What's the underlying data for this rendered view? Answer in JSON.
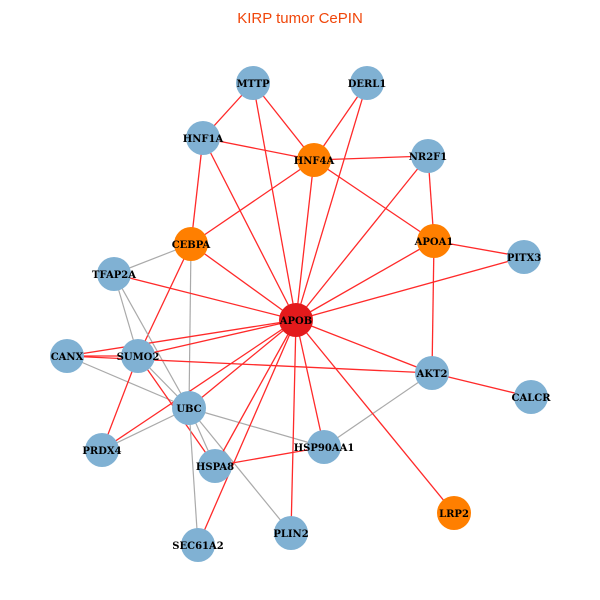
{
  "title": "KIRP tumor CePIN",
  "colors": {
    "hub": "#e31a1c",
    "tf": "#ff7f00",
    "gene": "#80b1d3",
    "edge_tf": "#ff2a2a",
    "edge_ppi": "#aaaaaa"
  },
  "nodes": [
    {
      "id": "APOB",
      "type": "hub"
    },
    {
      "id": "MTTP",
      "type": "gene"
    },
    {
      "id": "DERL1",
      "type": "gene"
    },
    {
      "id": "HNF1A",
      "type": "gene"
    },
    {
      "id": "HNF4A",
      "type": "tf"
    },
    {
      "id": "NR2F1",
      "type": "gene"
    },
    {
      "id": "CEBPA",
      "type": "tf"
    },
    {
      "id": "APOA1",
      "type": "tf"
    },
    {
      "id": "PITX3",
      "type": "gene"
    },
    {
      "id": "TFAP2A",
      "type": "gene"
    },
    {
      "id": "CANX",
      "type": "gene"
    },
    {
      "id": "SUMO2",
      "type": "gene"
    },
    {
      "id": "AKT2",
      "type": "gene"
    },
    {
      "id": "CALCR",
      "type": "gene"
    },
    {
      "id": "UBC",
      "type": "gene"
    },
    {
      "id": "PRDX4",
      "type": "gene"
    },
    {
      "id": "HSP90AA1",
      "type": "gene"
    },
    {
      "id": "HSPA8",
      "type": "gene"
    },
    {
      "id": "LRP2",
      "type": "tf"
    },
    {
      "id": "SEC61A2",
      "type": "gene"
    },
    {
      "id": "PLIN2",
      "type": "gene"
    }
  ],
  "edges": [
    [
      "MTTP",
      "HNF1A",
      "tf"
    ],
    [
      "MTTP",
      "HNF4A",
      "tf"
    ],
    [
      "MTTP",
      "APOB",
      "tf"
    ],
    [
      "DERL1",
      "HNF4A",
      "tf"
    ],
    [
      "DERL1",
      "APOB",
      "tf"
    ],
    [
      "HNF1A",
      "HNF4A",
      "tf"
    ],
    [
      "HNF1A",
      "CEBPA",
      "tf"
    ],
    [
      "HNF1A",
      "APOB",
      "tf"
    ],
    [
      "HNF4A",
      "NR2F1",
      "tf"
    ],
    [
      "HNF4A",
      "CEBPA",
      "tf"
    ],
    [
      "HNF4A",
      "APOB",
      "tf"
    ],
    [
      "HNF4A",
      "APOA1",
      "tf"
    ],
    [
      "NR2F1",
      "APOB",
      "tf"
    ],
    [
      "NR2F1",
      "APOA1",
      "tf"
    ],
    [
      "APOA1",
      "PITX3",
      "tf"
    ],
    [
      "APOA1",
      "APOB",
      "tf"
    ],
    [
      "APOA1",
      "AKT2",
      "tf"
    ],
    [
      "PITX3",
      "APOB",
      "tf"
    ],
    [
      "CEBPA",
      "APOB",
      "tf"
    ],
    [
      "CEBPA",
      "TFAP2A",
      "ppi"
    ],
    [
      "CEBPA",
      "SUMO2",
      "tf"
    ],
    [
      "CEBPA",
      "UBC",
      "ppi"
    ],
    [
      "TFAP2A",
      "APOB",
      "tf"
    ],
    [
      "TFAP2A",
      "SUMO2",
      "ppi"
    ],
    [
      "TFAP2A",
      "UBC",
      "ppi"
    ],
    [
      "CANX",
      "APOB",
      "tf"
    ],
    [
      "CANX",
      "SUMO2",
      "tf"
    ],
    [
      "CANX",
      "UBC",
      "ppi"
    ],
    [
      "CANX",
      "AKT2",
      "tf"
    ],
    [
      "SUMO2",
      "APOB",
      "tf"
    ],
    [
      "SUMO2",
      "UBC",
      "ppi"
    ],
    [
      "SUMO2",
      "PRDX4",
      "tf"
    ],
    [
      "SUMO2",
      "HSPA8",
      "tf"
    ],
    [
      "UBC",
      "APOB",
      "tf"
    ],
    [
      "UBC",
      "PRDX4",
      "ppi"
    ],
    [
      "UBC",
      "HSPA8",
      "ppi"
    ],
    [
      "UBC",
      "HSP90AA1",
      "ppi"
    ],
    [
      "UBC",
      "PLIN2",
      "ppi"
    ],
    [
      "UBC",
      "SEC61A2",
      "ppi"
    ],
    [
      "PRDX4",
      "APOB",
      "tf"
    ],
    [
      "HSPA8",
      "APOB",
      "tf"
    ],
    [
      "HSPA8",
      "HSP90AA1",
      "tf"
    ],
    [
      "SEC61A2",
      "APOB",
      "tf"
    ],
    [
      "PLIN2",
      "APOB",
      "tf"
    ],
    [
      "HSP90AA1",
      "APOB",
      "tf"
    ],
    [
      "HSP90AA1",
      "AKT2",
      "ppi"
    ],
    [
      "LRP2",
      "APOB",
      "tf"
    ],
    [
      "AKT2",
      "APOB",
      "tf"
    ],
    [
      "AKT2",
      "CALCR",
      "tf"
    ]
  ]
}
